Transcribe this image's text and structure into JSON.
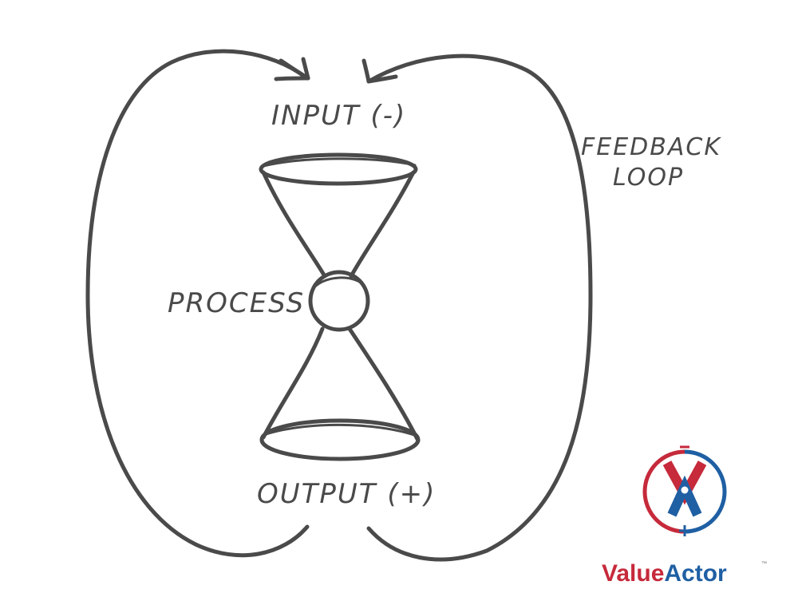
{
  "labels": {
    "input": "INPUT (-)",
    "process": "PROCESS",
    "output": "OUTPUT (+)",
    "feedback_line1": "FEEDBACK",
    "feedback_line2": "LOOP"
  },
  "logo": {
    "monogram": "VA",
    "word_part1": "Value",
    "word_part2": "Actor",
    "trademark": "™",
    "colors": {
      "red": "#c62a3b",
      "blue": "#1f5fa3"
    }
  },
  "colors": {
    "stroke": "#4a4a4a"
  }
}
